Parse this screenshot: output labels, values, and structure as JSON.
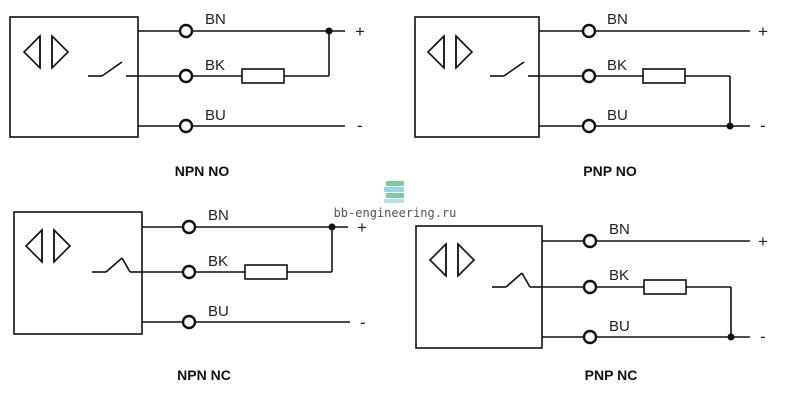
{
  "diagrams": [
    {
      "title": "NPN NO",
      "wires": [
        "BN",
        "BK",
        "BU"
      ],
      "signs": [
        "+",
        "-"
      ]
    },
    {
      "title": "PNP NO",
      "wires": [
        "BN",
        "BK",
        "BU"
      ],
      "signs": [
        "+",
        "-"
      ]
    },
    {
      "title": "NPN NC",
      "wires": [
        "BN",
        "BK",
        "BU"
      ],
      "signs": [
        "+",
        "-"
      ]
    },
    {
      "title": "PNP NC",
      "wires": [
        "BN",
        "BK",
        "BU"
      ],
      "signs": [
        "+",
        "-"
      ]
    }
  ],
  "watermark": {
    "text": "bb-engineering.ru",
    "icon": "book-stack-icon"
  }
}
